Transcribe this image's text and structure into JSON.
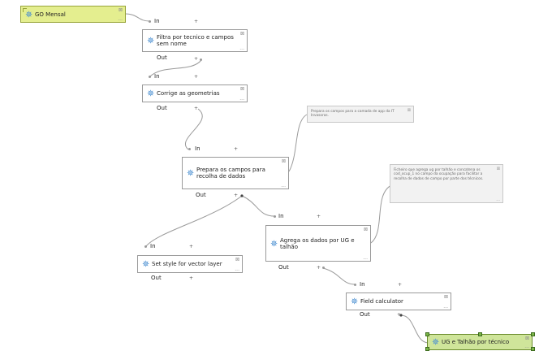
{
  "nodes": {
    "go_mensal": {
      "label": "GO Mensal",
      "collapse": "⊠",
      "more": "..."
    },
    "filtra": {
      "label": "Filtra por tecnico e campos sem nome",
      "collapse": "⊠",
      "more": "..."
    },
    "corrige": {
      "label": "Corrige as geometrias",
      "collapse": "⊠",
      "more": "..."
    },
    "prepara": {
      "label": "Prepara os campos para recolha de dados",
      "collapse": "⊠",
      "more": "..."
    },
    "agrega": {
      "label": "Agrega os dados por UG e talhão",
      "collapse": "⊠",
      "more": "..."
    },
    "set_style": {
      "label": "Set style for vector layer",
      "collapse": "⊠",
      "more": "..."
    },
    "field_calc": {
      "label": "Field calculator",
      "collapse": "⊠",
      "more": "..."
    },
    "ug_talhao": {
      "label": "UG e Talhão por técnico",
      "collapse": "⊠",
      "more": "..."
    }
  },
  "comments": {
    "prepara_comment": {
      "text": "Prepara os campos para a camada de app da IT Invasoras.",
      "collapse": "⊠"
    },
    "agrega_comment": {
      "text": "Ficheiro que agrega ug por talhão e concatena os cod_ocup_1 no campo da ocupação para facilitar a recolha de dados de campo por parte dos técnicos.",
      "collapse": "⊠",
      "more": "..."
    }
  },
  "ports": {
    "in": "In",
    "out": "Out",
    "plus": "+"
  },
  "colors": {
    "input_fill": "#e4ee8f",
    "output_fill": "#cfe59a",
    "gear": "#4a8fd1",
    "wire": "#9a9a9a"
  }
}
